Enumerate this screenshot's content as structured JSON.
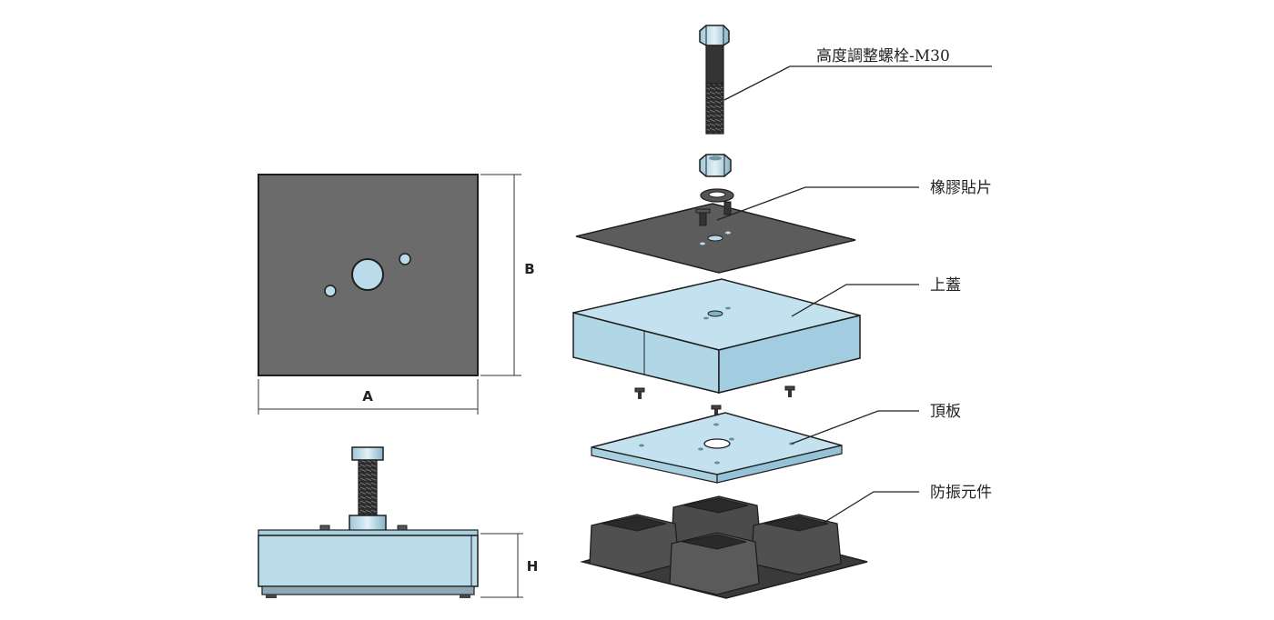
{
  "labels": {
    "bolt": "高度調整螺栓-M30",
    "rubber_pad": "橡膠貼片",
    "top_cover": "上蓋",
    "top_plate": "頂板",
    "isolator": "防振元件"
  },
  "dimensions": {
    "width": "A",
    "length": "B",
    "height": "H"
  },
  "colors": {
    "light_blue": "#b9dbea",
    "light_blue_dark": "#94c2d6",
    "gray_plate": "#6b6b6b",
    "dark_gray": "#3e3e3e",
    "rubber_gray": "#4b4b4b",
    "outline": "#1e1e1e"
  }
}
